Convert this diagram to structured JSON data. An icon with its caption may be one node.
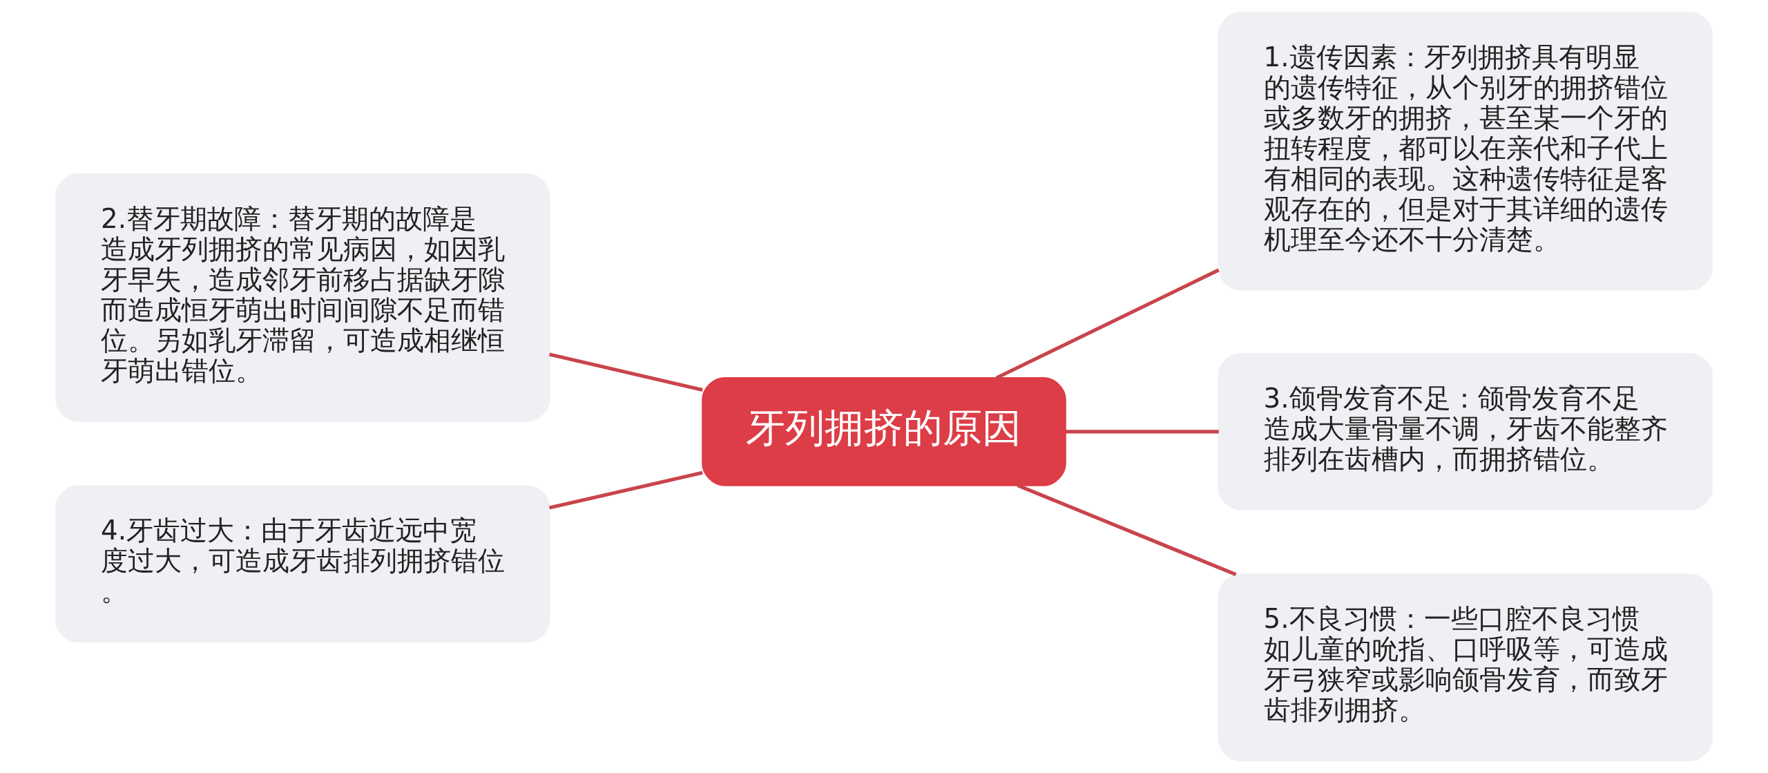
{
  "diagram": {
    "nodes": [
      {
        "text": [
          "牙列拥挤的原因"
        ]
      },
      {
        "text": [
          "1.遗传因素：牙列拥挤具有明显的遗传特征，从个别牙的拥挤错位或多数牙的拥挤，甚至某一个牙的扭转程度，都可以在亲代和子代上有相同的表现。这种遗传特征是客观存在的，但是对于其详细的遗传机理至今还不十分清楚。"
        ]
      },
      {
        "text": [
          "2.替牙期故障：替牙期的故障是造成牙列拥挤的常见病因，如因乳牙早失，造成邻牙前移占据缺牙隙而造成恒牙萌出时间间隙不足而错位。另如乳牙滞留，可造成相继恒牙萌出错位。"
        ]
      },
      {
        "text": [
          "3.颌骨发育不足：颌骨发育不足造成大量骨量不调，牙齿不能整齐排列在齿槽内，而拥挤错位。"
        ]
      },
      {
        "text": [
          "4.牙齿过大：由于牙齿近远中宽度过大，可造成牙齿排列拥挤错位。"
        ]
      },
      {
        "text": [
          "5.不良习惯：一些口腔不良习惯如儿童的吮指、口呼吸等，可造成牙弓狭窄或影响颌骨发育，而致牙齿排列拥挤。"
        ]
      }
    ],
    "edges": [
      {
        "from": 0,
        "to": 1,
        "arrow": "none"
      },
      {
        "from": 0,
        "to": 2,
        "arrow": "none"
      },
      {
        "from": 0,
        "to": 3,
        "arrow": "none"
      },
      {
        "from": 0,
        "to": 4,
        "arrow": "none"
      },
      {
        "from": 0,
        "to": 5,
        "arrow": "none"
      }
    ]
  }
}
